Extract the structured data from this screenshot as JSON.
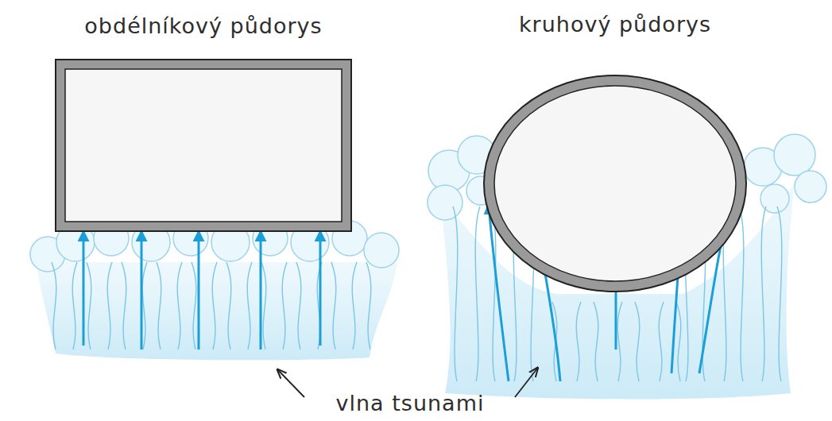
{
  "diagram": {
    "nodes": [
      {
        "text": [
          "obdélníkový půdorys"
        ]
      },
      {
        "text": [
          "kruhový půdorys"
        ]
      }
    ],
    "labels": [
      "vlna tsunami"
    ]
  }
}
